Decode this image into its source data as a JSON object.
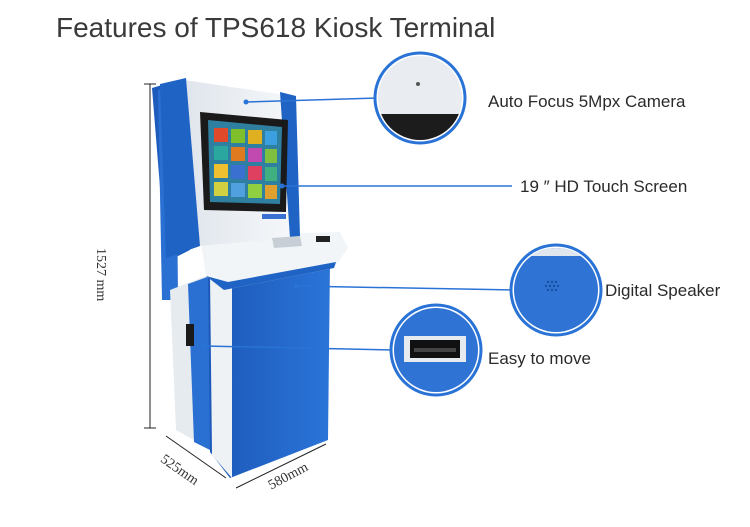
{
  "title": "Features of TPS618 Kiosk Terminal",
  "features": [
    {
      "label": "Auto Focus 5Mpx Camera"
    },
    {
      "label": "19 ″ HD Touch Screen"
    },
    {
      "label": "Digital Speaker"
    },
    {
      "label": "Easy to move"
    }
  ],
  "dimensions": {
    "height": "1527 mm",
    "depth": "525mm",
    "width": "580mm"
  },
  "colors": {
    "body_blue": "#1f63c4",
    "panel_white": "#e8edf2",
    "callout_line": "#2a73d6"
  }
}
